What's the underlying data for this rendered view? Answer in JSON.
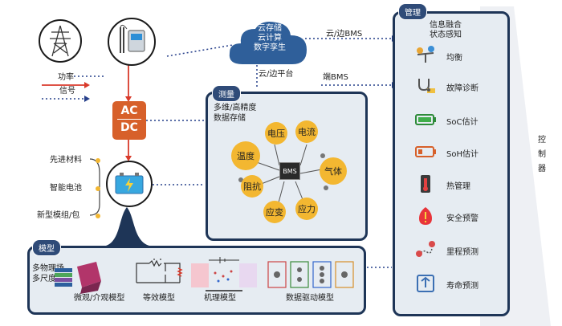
{
  "legend": {
    "power": "功率",
    "signal": "信号"
  },
  "acdc": {
    "top": "AC",
    "bottom": "DC"
  },
  "materials": [
    "先进材料",
    "智能电池",
    "新型模组/包"
  ],
  "cloud": {
    "lines": [
      "云存储",
      "云计算",
      "数字孪生"
    ],
    "link_bms": "云/边BMS",
    "link_platform": "云/边平台"
  },
  "end_bms": "端BMS",
  "measure": {
    "tag": "测量",
    "title_lines": [
      "多维/高精度",
      "数据存储"
    ],
    "chip": "BMS",
    "nodes": {
      "voltage": "电压",
      "current": "电流",
      "temperature": "温度",
      "gas": "气体",
      "resistance": "阻抗",
      "strain": "应变",
      "stress": "应力"
    }
  },
  "manage": {
    "tag": "管理",
    "header_lines": [
      "信息融合",
      "状态感知"
    ],
    "items": [
      {
        "label": "均衡",
        "icon": "balance-icon"
      },
      {
        "label": "故障诊断",
        "icon": "stethoscope-icon"
      },
      {
        "label": "SoC估计",
        "icon": "full-battery-icon"
      },
      {
        "label": "SoH估计",
        "icon": "low-battery-icon"
      },
      {
        "label": "热管理",
        "icon": "thermometer-icon"
      },
      {
        "label": "安全预警",
        "icon": "warning-icon"
      },
      {
        "label": "里程预测",
        "icon": "route-icon"
      },
      {
        "label": "寿命预测",
        "icon": "lifespan-icon"
      }
    ]
  },
  "control": [
    "控",
    "制",
    "器"
  ],
  "model": {
    "tag": "模型",
    "multi_lines": [
      "多物理场",
      "多尺度"
    ],
    "labels": [
      "微观/介观模型",
      "等效模型",
      "机理模型",
      "数据驱动模型"
    ]
  },
  "colors": {
    "panel_border": "#1e3557",
    "panel_fill": "#e6ecf2",
    "tag": "#2f4b78",
    "node": "#f3b731",
    "acdc": "#d7602a",
    "power_line": "#d93a2b",
    "signal_line": "#27408b"
  }
}
